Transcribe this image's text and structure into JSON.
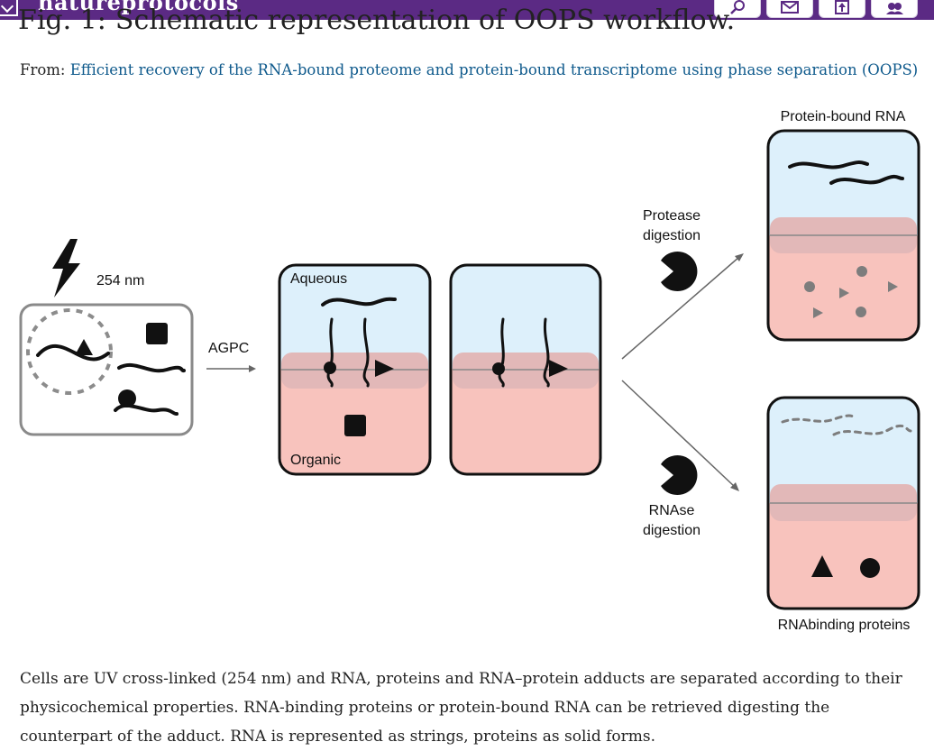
{
  "header": {
    "brand": "natureprotocols",
    "tools": [
      {
        "icon": "search-icon"
      },
      {
        "icon": "mail-icon"
      },
      {
        "icon": "upload-icon"
      },
      {
        "icon": "people-icon"
      }
    ]
  },
  "figure": {
    "title_prefix": "Fig. 1:",
    "title_text": "Schematic representation of OOPS workflow.",
    "from_label": "From:",
    "from_link": "Efficient recovery of the RNA-bound proteome and protein-bound transcriptome using phase separation (OOPS)",
    "labels": {
      "uv": "254 nm",
      "agpc": "AGPC",
      "aqueous": "Aqueous",
      "organic": "Organic",
      "protease_1": "Protease",
      "protease_2": "digestion",
      "rnase_1": "RNAse",
      "rnase_2": "digestion",
      "protein_bound_rna": "Protein-bound RNA",
      "rna_binding_proteins": "RNAbinding proteins"
    },
    "colors": {
      "aqueous": "#ddf0fb",
      "organic": "#f8c3bd",
      "interphase": "#e2b8b8",
      "header": "#5b2a84",
      "link": "#0f5a8c"
    },
    "caption": "Cells are UV cross-linked (254 nm) and RNA, proteins and RNA–protein adducts are separated according to their physicochemical properties. RNA-binding proteins or protein-bound RNA can be retrieved digesting the counterpart of the adduct. RNA is represented as strings, proteins as solid forms."
  }
}
